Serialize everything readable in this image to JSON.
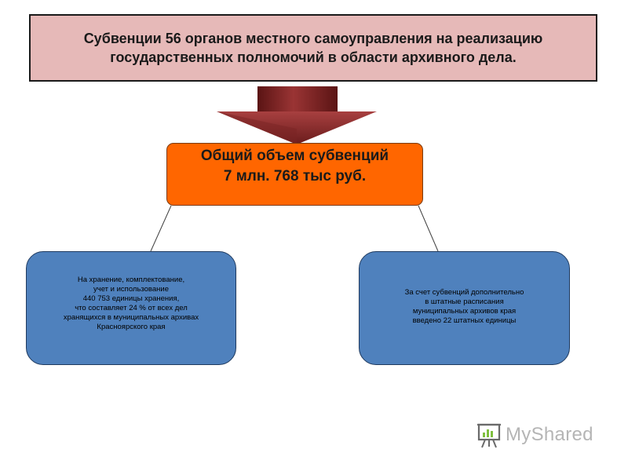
{
  "header": {
    "lines": [
      "Субвенции 56 органов местного самоуправления на реализацию",
      "государственных полномочий в области архивного дела."
    ]
  },
  "total": {
    "lines": [
      "Общий объем субвенций",
      "7 млн. 768 тыс руб."
    ]
  },
  "left_box": {
    "lines": [
      "На хранение, комплектование,",
      "учет и использование",
      "440 753 единицы хранения,",
      "что составляет  24 % от всех дел",
      "хранящихся в муниципальных архивах",
      "Красноярского края"
    ]
  },
  "right_box": {
    "lines": [
      "За счет субвенций дополнительно",
      "в штатные расписания",
      "муниципальных архивов края",
      "введено 22 штатных единицы"
    ]
  },
  "watermark": {
    "text": "MyShared",
    "icon": "presentation-board-icon"
  },
  "colors": {
    "header_bg": "#e6b9b8",
    "total_bg": "#ff6600",
    "box_bg": "#4f81bd",
    "arrow": "#8b2a2a"
  }
}
